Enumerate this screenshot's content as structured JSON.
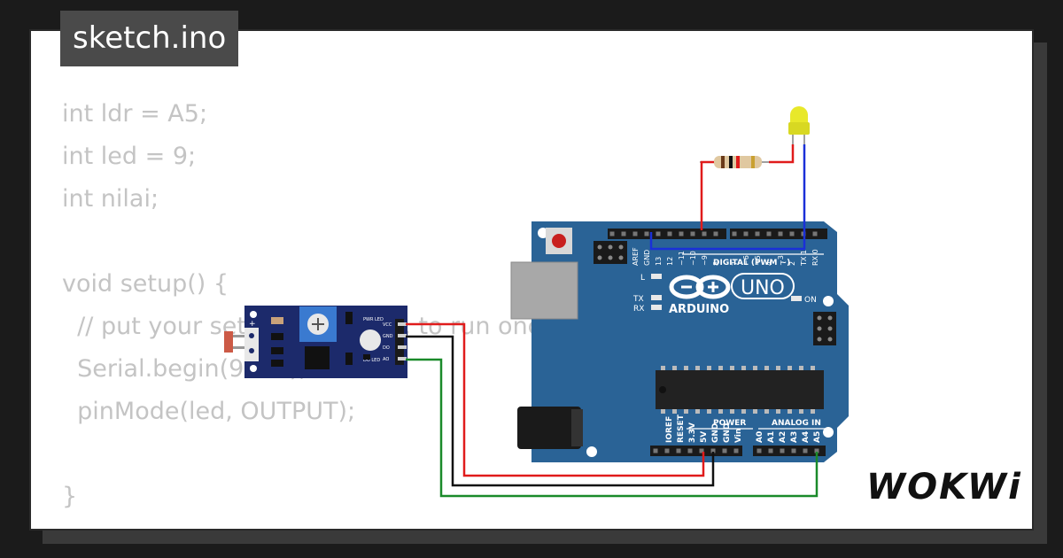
{
  "tab": {
    "filename": "sketch.ino"
  },
  "code_lines": [
    "int ldr = A5;",
    "int led = 9;",
    "int nilai;",
    "",
    "void setup() {",
    "  // put your setup code here, to run once:",
    "  Serial.begin(9600);",
    "  pinMode(led, OUTPUT);",
    "",
    "}"
  ],
  "brand": "WOKWi",
  "board": {
    "logo_text": "ARDUINO",
    "model": "UNO",
    "on_label": "ON",
    "l_label": "L",
    "tx_label": "TX",
    "rx_label": "RX",
    "digital_label": "DIGITAL (PWM ~)",
    "power_label": "POWER",
    "analog_label": "ANALOG IN",
    "top_pins": [
      "AREF",
      "GND",
      "13",
      "12",
      "~11",
      "~10",
      "~9",
      "8",
      "7",
      "~6",
      "~5",
      "4",
      "~3",
      "2",
      "TX 1",
      "RX 0"
    ],
    "power_pins": [
      "IOREF",
      "RESET",
      "3.3V",
      "5V",
      "GND",
      "GND",
      "Vin"
    ],
    "analog_pins": [
      "A0",
      "A1",
      "A2",
      "A3",
      "A4",
      "A5"
    ]
  },
  "sensor": {
    "pins": [
      "VCC",
      "GND",
      "DO",
      "AO"
    ],
    "pwr_led": "PWR LED",
    "do_led": "DO LED"
  },
  "colors": {
    "board": "#2a6396",
    "wire_red": "#e01b1b",
    "wire_black": "#111111",
    "wire_green": "#1a8a2a",
    "wire_blue": "#1a30d8",
    "led_yellow": "#e8e82a",
    "sensor_pcb": "#1c2a6b"
  }
}
